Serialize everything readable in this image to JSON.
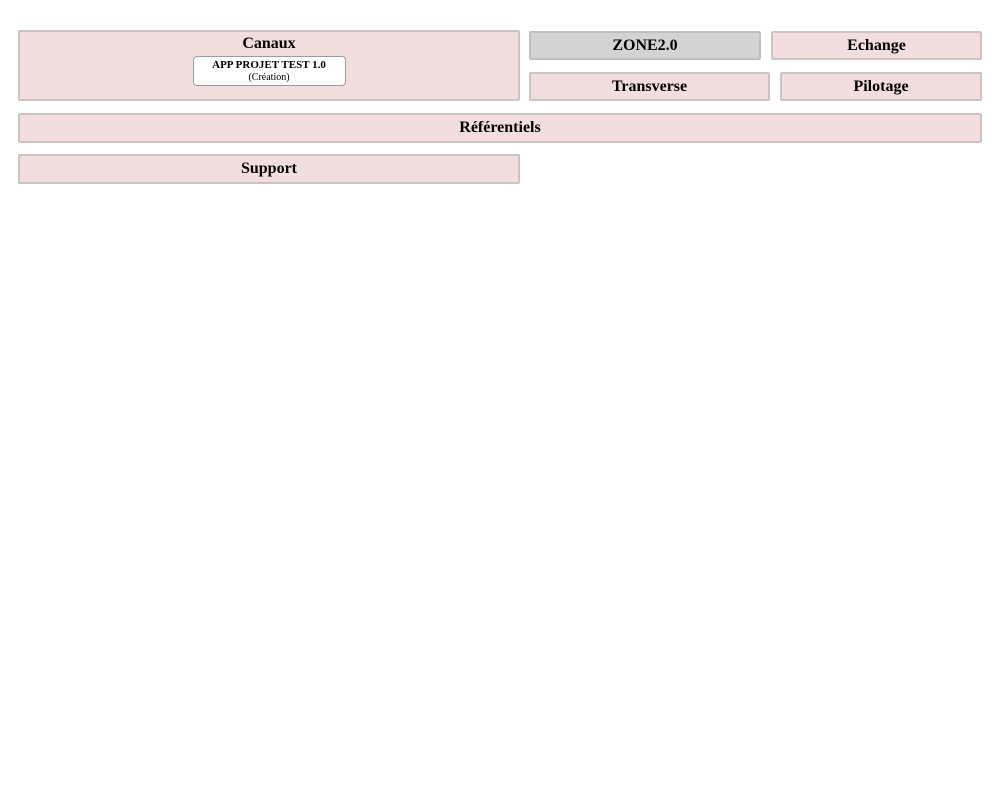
{
  "diagram": {
    "zones": {
      "canaux": {
        "label": "Canaux"
      },
      "zone2": {
        "label": "ZONE2.0"
      },
      "echange": {
        "label": "Echange"
      },
      "transverse": {
        "label": "Transverse"
      },
      "pilotage": {
        "label": "Pilotage"
      },
      "referentiels": {
        "label": "Référentiels"
      },
      "support": {
        "label": "Support"
      }
    },
    "app": {
      "title": "APP PROJET TEST 1.0",
      "subtitle": "(Création)"
    },
    "colors": {
      "zone_pink_bg": "#f2dede",
      "zone_pink_border": "#ccc3c3",
      "zone_gray_bg": "#d3d3d3",
      "zone_gray_border": "#bfbfbf",
      "app_bg": "#ffffff",
      "app_border": "#9a9a9a",
      "text": "#000000"
    }
  }
}
